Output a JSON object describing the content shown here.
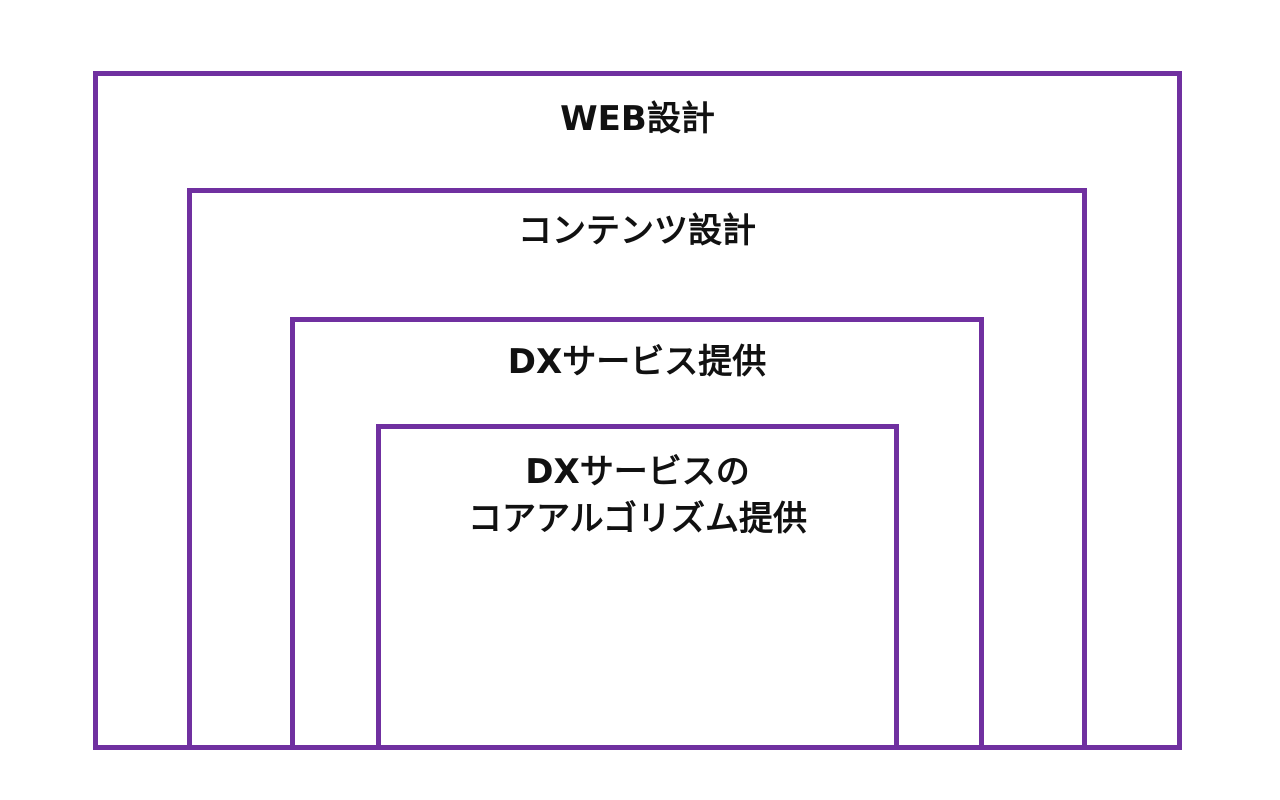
{
  "colors": {
    "border": "#7030a0",
    "text": "#111111"
  },
  "layers": [
    {
      "label": "WEB設計"
    },
    {
      "label": "コンテンツ設計"
    },
    {
      "label": "DXサービス提供"
    },
    {
      "label_lines": [
        "DXサービスの",
        "コアアルゴリズム提供"
      ]
    }
  ]
}
